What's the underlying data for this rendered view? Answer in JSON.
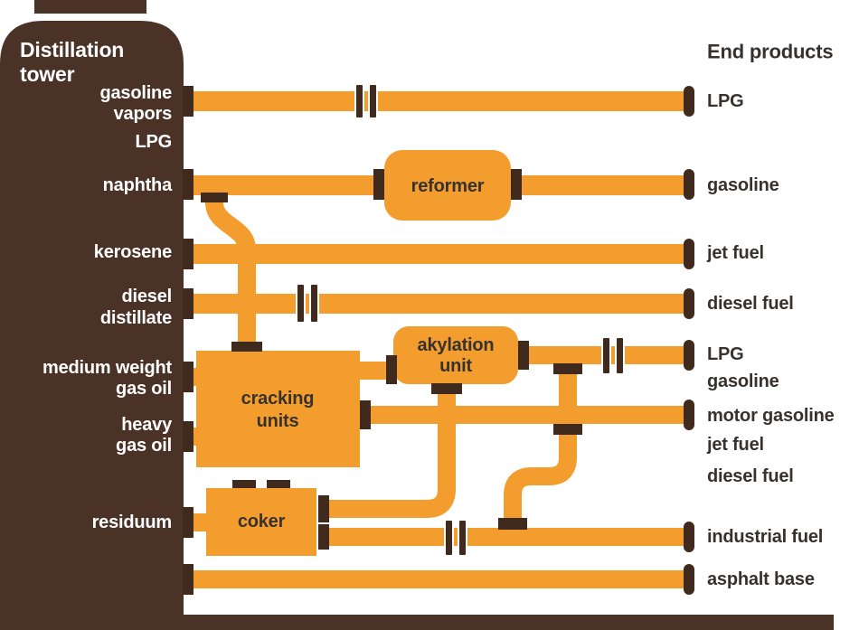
{
  "colors": {
    "pipe": "#F39D2E",
    "tower": "#4A3227",
    "fitting": "#402A1E",
    "ink": "#38322E",
    "label_light": "#FFFFFF"
  },
  "tower": {
    "title": [
      "Distillation",
      "tower"
    ],
    "labels": [
      "gasoline",
      "vapors",
      "LPG",
      "naphtha",
      "kerosene",
      "diesel",
      "distillate",
      "medium weight",
      "gas oil",
      "heavy",
      "gas oil",
      "residuum"
    ]
  },
  "units": {
    "reformer": "reformer",
    "akylation": [
      "akylation",
      "unit"
    ],
    "cracking": [
      "cracking",
      "units"
    ],
    "coker": "coker"
  },
  "end_products": {
    "header": "End products",
    "labels": [
      "LPG",
      "gasoline",
      "jet fuel",
      "diesel fuel",
      "LPG",
      "gasoline",
      "motor gasoline",
      "jet fuel",
      "diesel fuel",
      "industrial fuel",
      "asphalt base"
    ]
  }
}
